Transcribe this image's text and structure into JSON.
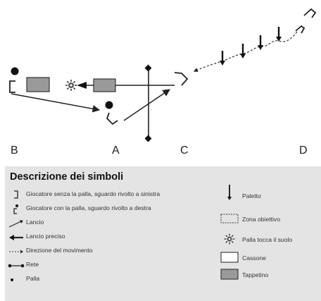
{
  "positions": {
    "b": "B",
    "a": "A",
    "c": "C",
    "d": "D"
  },
  "legend": {
    "title": "Descrizione dei simboli",
    "items": [
      {
        "icon": "player-without-ball-icon",
        "label": "Giocatore senza la palla, sguardo rivolto a sinistra"
      },
      {
        "icon": "player-with-ball-icon",
        "label": "Giocatore con la palla, sguardo rivolto a destra"
      },
      {
        "icon": "throw-line-icon",
        "label": "Lancio"
      },
      {
        "icon": "precise-throw-arrow-icon",
        "label": "Lancio preciso"
      },
      {
        "icon": "dashed-direction-arrow-icon",
        "label": "Direzione del movimento"
      },
      {
        "icon": "net-icon",
        "label": "Rete"
      },
      {
        "icon": "ball-icon",
        "label": "Palla"
      },
      {
        "icon": "pole-icon",
        "label": "Paletto"
      },
      {
        "icon": "target-zone-icon",
        "label": "Zona obiettivo"
      },
      {
        "icon": "ball-bounce-icon",
        "label": "Palla tocca il suolo"
      },
      {
        "icon": "box-icon",
        "label": "Cassone"
      },
      {
        "icon": "mat-icon",
        "label": "Tappetino"
      }
    ]
  }
}
